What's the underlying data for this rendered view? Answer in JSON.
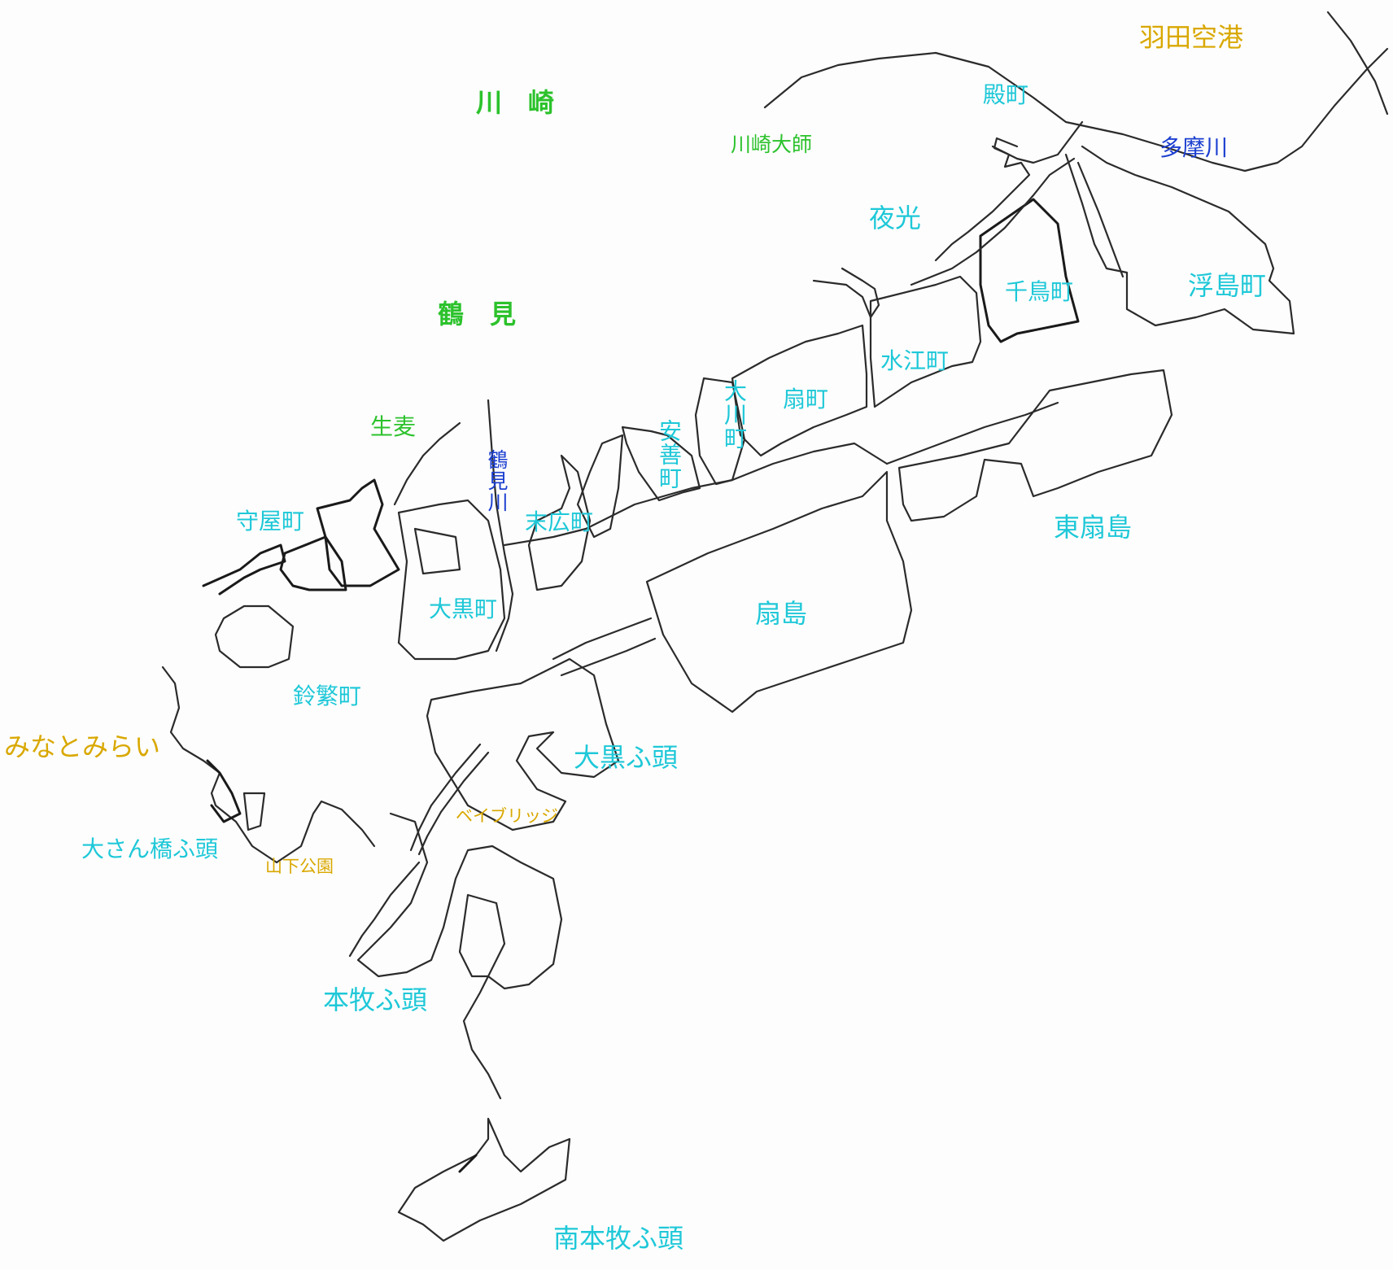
{
  "colors": {
    "city": "#2cc22c",
    "town": "#1ec8d8",
    "river": "#1c3fd0",
    "landmark": "#d9a800",
    "outline": "#2b2b2b"
  },
  "labels": {
    "haneda": "羽田空港",
    "kawasaki": "川　崎",
    "kawasaki_daishi": "川崎大師",
    "tonomachi": "殿町",
    "tamagawa": "多摩川",
    "yako": "夜光",
    "chidoricho": "千鳥町",
    "ukishimacho": "浮島町",
    "tsurumi": "鶴　見",
    "mizuecho": "水江町",
    "ogimachi": "扇町",
    "okawacho": "大川町",
    "anzencho": "安善町",
    "namamugi": "生麦",
    "tsurumigawa": "鶴見川",
    "moriyacho": "守屋町",
    "suehirocho": "末広町",
    "higashi_ogishima": "東扇島",
    "ogishima": "扇島",
    "daikokucho": "大黒町",
    "suzushigecho": "鈴繁町",
    "minatomirai": "みなとみらい",
    "daikoku_futo": "大黒ふ頭",
    "bay_bridge": "ベイブリッジ",
    "osanbashi_futo": "大さん橋ふ頭",
    "yamashita_koen": "山下公園",
    "honmoku_futo": "本牧ふ頭",
    "minami_honmoku_futo": "南本牧ふ頭"
  }
}
